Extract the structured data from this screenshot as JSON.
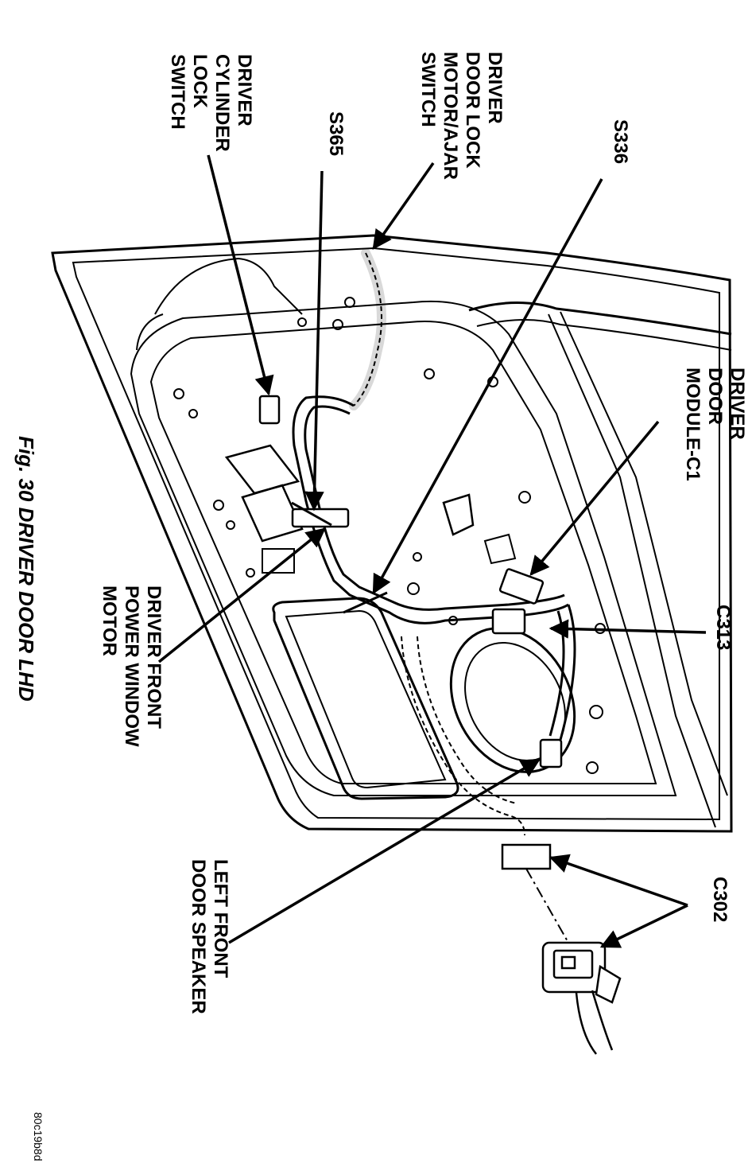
{
  "labels": {
    "driver_cylinder_lock_switch": [
      "DRIVER",
      "CYLINDER",
      "LOCK",
      "SWITCH"
    ],
    "s365": "S365",
    "driver_door_lock_motor_ajar_switch": [
      "DRIVER",
      "DOOR LOCK",
      "MOTOR/AJAR",
      "SWITCH"
    ],
    "s336": "S336",
    "driver_door_module_c1": [
      "DRIVER",
      "DOOR",
      "MODULE-C1"
    ],
    "c313": "C313",
    "c302": "C302",
    "left_front_door_speaker": [
      "LEFT FRONT",
      "DOOR SPEAKER"
    ],
    "driver_front_power_window_motor": [
      "DRIVER FRONT",
      "POWER WINDOW",
      "MOTOR"
    ]
  },
  "caption": "Fig. 30 DRIVER DOOR LHD",
  "image_code": "80c19b8d"
}
